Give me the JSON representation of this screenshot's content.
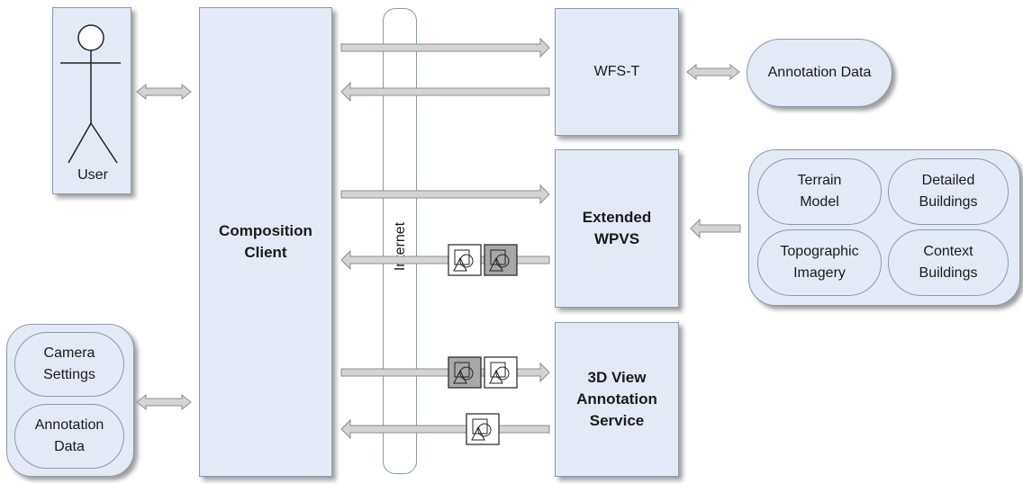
{
  "user": {
    "label": "User"
  },
  "composition_client": {
    "line1": "Composition Client",
    "line2": ""
  },
  "internet": {
    "label": "Internet"
  },
  "wfs_t": {
    "label": "WFS-T"
  },
  "annotation_data_store": {
    "label": "Annotation Data"
  },
  "wpvs": {
    "line1": "Extended",
    "line2": "WPVS"
  },
  "wpvs_sources": {
    "terrain_model": {
      "line1": "Terrain",
      "line2": "Model"
    },
    "detailed_buildings": {
      "line1": "Detailed",
      "line2": "Buildings"
    },
    "topographic_imagery": {
      "line1": "Topographic",
      "line2": "Imagery"
    },
    "context_buildings": {
      "line1": "Context",
      "line2": "Buildings"
    }
  },
  "annotation_service": {
    "line1": "3D View",
    "line2": "Annotation",
    "line3": "Service"
  },
  "client_inputs": {
    "camera_settings": {
      "line1": "Camera",
      "line2": "Settings"
    },
    "annotation_data": {
      "line1": "Annotation",
      "line2": "Data"
    }
  },
  "colors": {
    "box_fill": "#e3eaf6",
    "box_border": "#8a9aaa",
    "arrow_fill": "#d4d4d4",
    "arrow_stroke": "#8c8c8c",
    "image_dark": "#a8a8a8"
  }
}
